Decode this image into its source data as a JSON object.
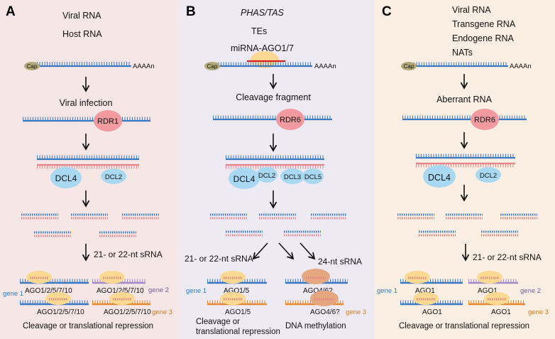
{
  "colors": {
    "panel_a_bg": "#f6e6e6",
    "panel_b_bg": "#eeeaf4",
    "panel_c_bg": "#fbeee2",
    "rna_blue": "#3c79c3",
    "rna_pink": "#e58587",
    "rdr": "#f29aa0",
    "dcl": "#a9d8f3",
    "ago": "#fcd992",
    "ago_dark": "#e4a77f",
    "cap": "#b3a979",
    "gene_purple": "#a48bc5",
    "gene_orange": "#e58a2e",
    "gene1_text": "#2c7fc6",
    "gene2_text": "#7a5ea4",
    "gene3_text": "#e07b1a"
  },
  "panel_a": {
    "label": "A",
    "source_1": "Viral RNA",
    "source_2": "Host RNA",
    "cap": "Cap",
    "polya": "AAAAn",
    "step1": "Viral infection",
    "rdr": "RDR1",
    "dcl_a": "DCL4",
    "dcl_b": "DCL2",
    "srna": "21- or 22-nt sRNA",
    "ago_1": "AGO1/2/5/7/10",
    "ago_2": "AGO1/2/5/7/10",
    "ago_3": "AGO1/2/5/7/10",
    "ago_4": "AGO1/2/5/7/10",
    "gene_1": "gene 1",
    "gene_2": "gene 2",
    "gene_3": "gene 3",
    "outcome": "Cleavage or translational repression"
  },
  "panel_b": {
    "label": "B",
    "source_1": "PHAS/TAS",
    "source_2": "TEs",
    "source_3": "miRNA-AGO1/7",
    "cap": "Cap",
    "polya": "AAAAn",
    "step1": "Cleavage fragment",
    "rdr": "RDR6",
    "dcl_a": "DCL4",
    "dcl_b": "DCL2",
    "dcl_c": "DCL3",
    "dcl_d": "DCL5",
    "srna_left": "21- or 22-nt sRNA",
    "srna_right": "24-nt sRNA",
    "ago_1": "AGO1/5",
    "ago_2": "AGO1/5",
    "ago_3": "AGO4/6?",
    "ago_4": "AGO4/6?",
    "gene_1": "gene 1",
    "gene_3": "gene 3",
    "outcome_left_1": "Cleavage or",
    "outcome_left_2": "translational repression",
    "outcome_right": "DNA methylation"
  },
  "panel_c": {
    "label": "C",
    "source_1": "Viral RNA",
    "source_2": "Transgene RNA",
    "source_3": "Endogene RNA",
    "source_4": "NATs",
    "cap": "Cap",
    "polya": "AAAAn",
    "step1": "Aberrant RNA",
    "rdr": "RDR6",
    "dcl_a": "DCL4",
    "dcl_b": "DCL2",
    "srna": "21- or 22-nt sRNA",
    "ago_1": "AGO1",
    "ago_2": "AGO1",
    "ago_3": "AGO1",
    "ago_4": "AGO1",
    "gene_1": "gene 1",
    "gene_2": "gene 2",
    "gene_3": "gene 3",
    "outcome": "Cleavage or translational repression"
  }
}
